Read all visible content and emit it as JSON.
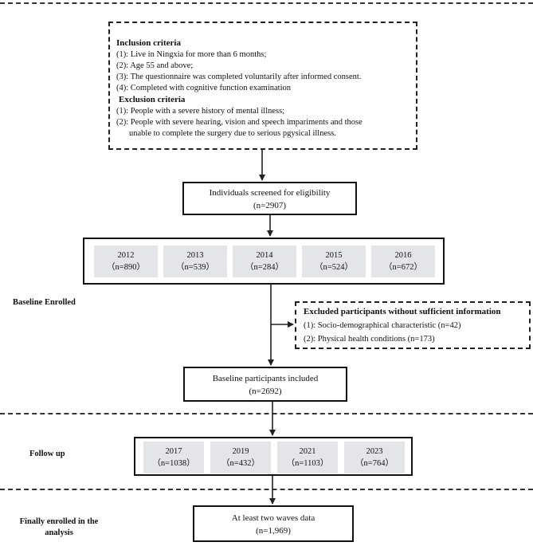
{
  "criteria_box": {
    "inclusion_title": "Inclusion criteria",
    "inclusion_items": [
      "(1): Live in Ningxia for more than 6 months;",
      "(2): Age 55 and above;",
      "(3): The questionnaire was completed voluntarily after informed consent.",
      "(4): Completed with cognitive function examination"
    ],
    "exclusion_title": "Exclusion criteria",
    "exclusion_items": [
      "(1): People with a severe history of mental illness;",
      "(2): People with severe hearing, vision and speech impariments and those",
      "unable to complete the surgery due to serious pgysical illness."
    ]
  },
  "screened": {
    "label": "Individuals screened for eligibility",
    "count": "(n=2907)"
  },
  "baseline_years": [
    {
      "year": "2012",
      "count": "（n=890）"
    },
    {
      "year": "2013",
      "count": "（n=539）"
    },
    {
      "year": "2014",
      "count": "（n=284）"
    },
    {
      "year": "2015",
      "count": "（n=524）"
    },
    {
      "year": "2016",
      "count": "（n=672）"
    }
  ],
  "stages": {
    "baseline": "Baseline Enrolled",
    "follow_up": "Follow up",
    "final_line1": "Finally enrolled in the",
    "final_line2": "analysis"
  },
  "excluded": {
    "title": "Excluded participants without sufficient information",
    "items": [
      "(1): Socio-demographical characteristic (n=42)",
      "(2): Physical health conditions (n=173)"
    ]
  },
  "baseline_included": {
    "label": "Baseline participants included",
    "count": "(n=2692)"
  },
  "follow_up_years": [
    {
      "year": "2017",
      "count": "（n=1038）"
    },
    {
      "year": "2019",
      "count": "（n=432）"
    },
    {
      "year": "2021",
      "count": "（n=1103）"
    },
    {
      "year": "2023",
      "count": "（n=764）"
    }
  ],
  "final": {
    "label": "At least two waves data",
    "count": "(n=1,969)"
  }
}
